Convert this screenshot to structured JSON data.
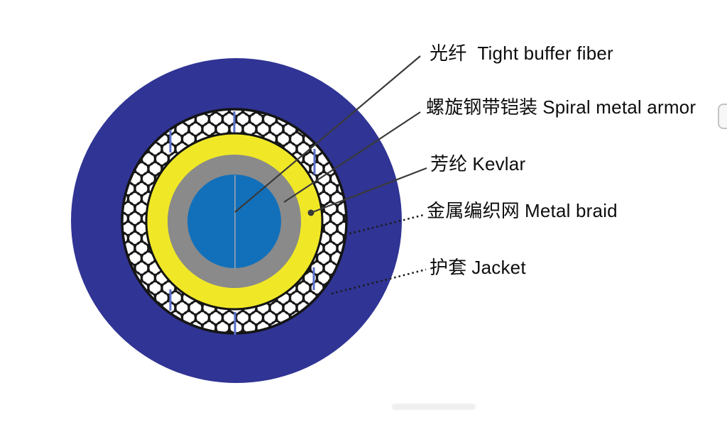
{
  "figure": {
    "background": "#ffffff",
    "outline_color": "#141414",
    "leader_solid_color": "#3a3a3a",
    "leader_dotted_color": "#1c1c1c",
    "tick_color": "#5a70cc",
    "layers": [
      {
        "name": "jacket",
        "fill": "#303494"
      },
      {
        "name": "metal-braid",
        "fill": "#ffffff",
        "mesh_line": "#161616"
      },
      {
        "name": "kevlar",
        "fill": "#f0e826"
      },
      {
        "name": "spiral-metal-armor",
        "fill": "#8a8a8a"
      },
      {
        "name": "tight-buffer-fiber",
        "fill": "#1270ba",
        "split_line": "#7e98b2"
      }
    ],
    "labels": [
      {
        "zh": "光纤",
        "en": "Tight buffer fiber"
      },
      {
        "zh": "螺旋钢带铠装",
        "en": "Spiral metal armor"
      },
      {
        "zh": "芳纶",
        "en": "Kevlar"
      },
      {
        "zh": "金属编织网",
        "en": "Metal braid"
      },
      {
        "zh": "护套",
        "en": "Jacket"
      }
    ]
  }
}
